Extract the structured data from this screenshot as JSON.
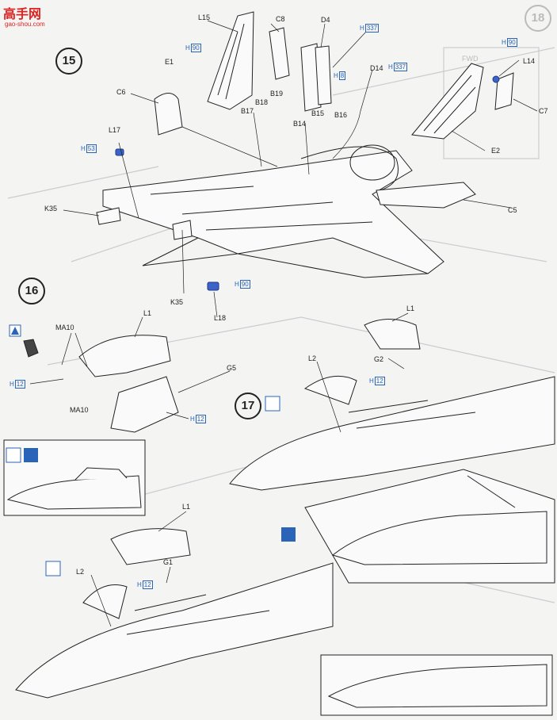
{
  "watermark": {
    "brand": "高手网",
    "site": "gao-shou.com"
  },
  "steps": [
    {
      "num": "15"
    },
    {
      "num": "16"
    },
    {
      "num": "17"
    },
    {
      "num": "18"
    }
  ],
  "parts": {
    "L15": "L15",
    "C8": "C8",
    "D4": "D4",
    "E1": "E1",
    "D14": "D14",
    "L14": "L14",
    "C7": "C7",
    "C6": "C6",
    "B17": "B17",
    "B18": "B18",
    "B19": "B19",
    "B14": "B14",
    "B15": "B15",
    "B16": "B16",
    "L17": "L17",
    "E2": "E2",
    "K35a": "K35",
    "K35b": "K35",
    "C5": "C5",
    "L18": "L18",
    "L1a": "L1",
    "MA10a": "MA10",
    "MA10b": "MA10",
    "G5": "G5",
    "L1b": "L1",
    "L2a": "L2",
    "G2": "G2",
    "L1c": "L1",
    "L2b": "L2",
    "G1": "G1",
    "FWD": "FWD"
  },
  "h": {
    "H": "H",
    "v90": "90",
    "v337a": "337",
    "v337b": "337",
    "v8": "8",
    "v53": "53",
    "v90b": "90",
    "v90c": "90",
    "v12a": "12",
    "v12b": "12",
    "v12c": "12",
    "v12d": "12"
  },
  "colors": {
    "line": "#222222",
    "ghost": "#c9ccd0",
    "blue": "#2a64b8",
    "part": "#3b63c9"
  }
}
